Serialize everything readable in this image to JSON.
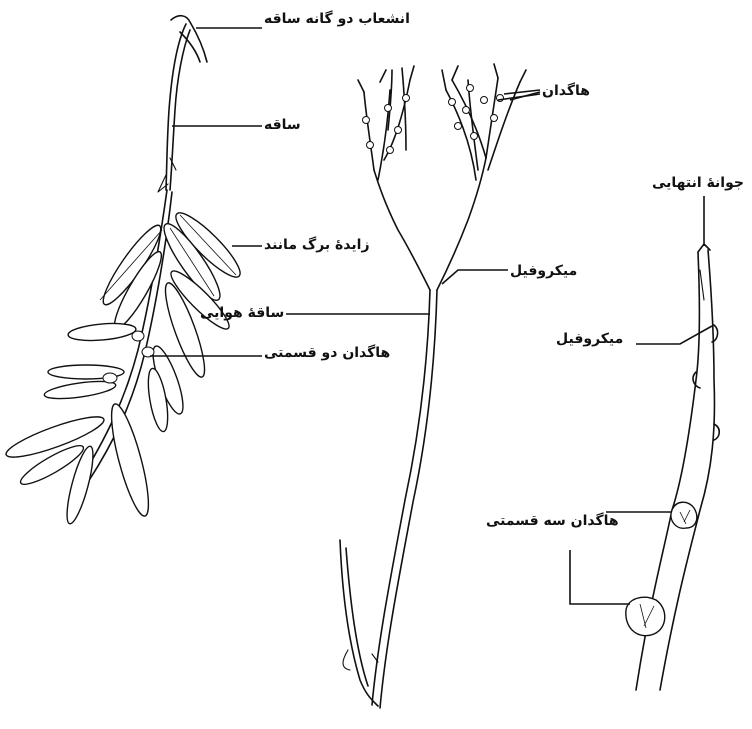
{
  "figures": {
    "left": {
      "labels": {
        "dichotomous_branching": "انشعاب دو گانه ساقه",
        "stem": "ساقه",
        "leaflike_appendage": "زایدهٔ برگ مانند",
        "bipartite_sporangium": "هاگدان دو قسمتی"
      }
    },
    "middle": {
      "labels": {
        "sporangia": "هاگدان",
        "microphyll": "میکروفیل",
        "aerial_stem": "ساقهٔ هوایی"
      }
    },
    "right": {
      "labels": {
        "apical_bud": "جوانهٔ انتهایی",
        "microphyll": "میکروفیل",
        "tripartite_sporangium": "هاگدان سه قسمتی"
      }
    }
  }
}
